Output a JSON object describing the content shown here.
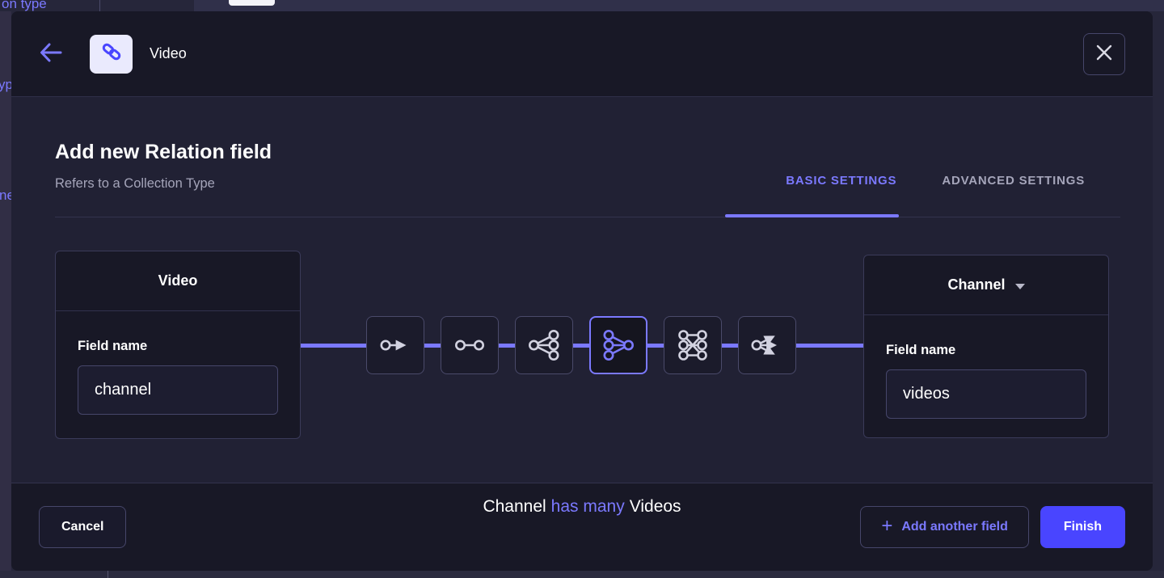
{
  "background": {
    "top_text_fragment": "on type",
    "left_fragment_1": "yp",
    "left_fragment_2": "ne"
  },
  "header": {
    "title": "Video",
    "back_icon": "arrow-left",
    "type_icon": "link",
    "close_icon": "x"
  },
  "dialog": {
    "title": "Add new Relation field",
    "subtitle": "Refers to a Collection Type",
    "tabs": [
      {
        "label": "BASIC SETTINGS",
        "active": true
      },
      {
        "label": "ADVANCED SETTINGS",
        "active": false
      }
    ]
  },
  "source_card": {
    "title": "Video",
    "field_label": "Field name",
    "field_value": "channel"
  },
  "target_card": {
    "title": "Channel",
    "field_label": "Field name",
    "field_value": "videos",
    "has_dropdown": true
  },
  "relation": {
    "types": [
      "one-way",
      "one-to-one",
      "one-to-many",
      "many-to-one",
      "many-to-many",
      "many-way"
    ],
    "selected": "many-to-one",
    "caption": {
      "left": "Channel",
      "highlight": "has many",
      "right": "Videos"
    }
  },
  "footer": {
    "cancel_label": "Cancel",
    "add_another_label": "Add another field",
    "finish_label": "Finish"
  },
  "colors": {
    "accent": "#7b79ff",
    "primary_button": "#4945ff",
    "modal_body": "#212134",
    "modal_chrome": "#181826",
    "muted_text": "#a5a5ba",
    "border": "#46466a"
  }
}
